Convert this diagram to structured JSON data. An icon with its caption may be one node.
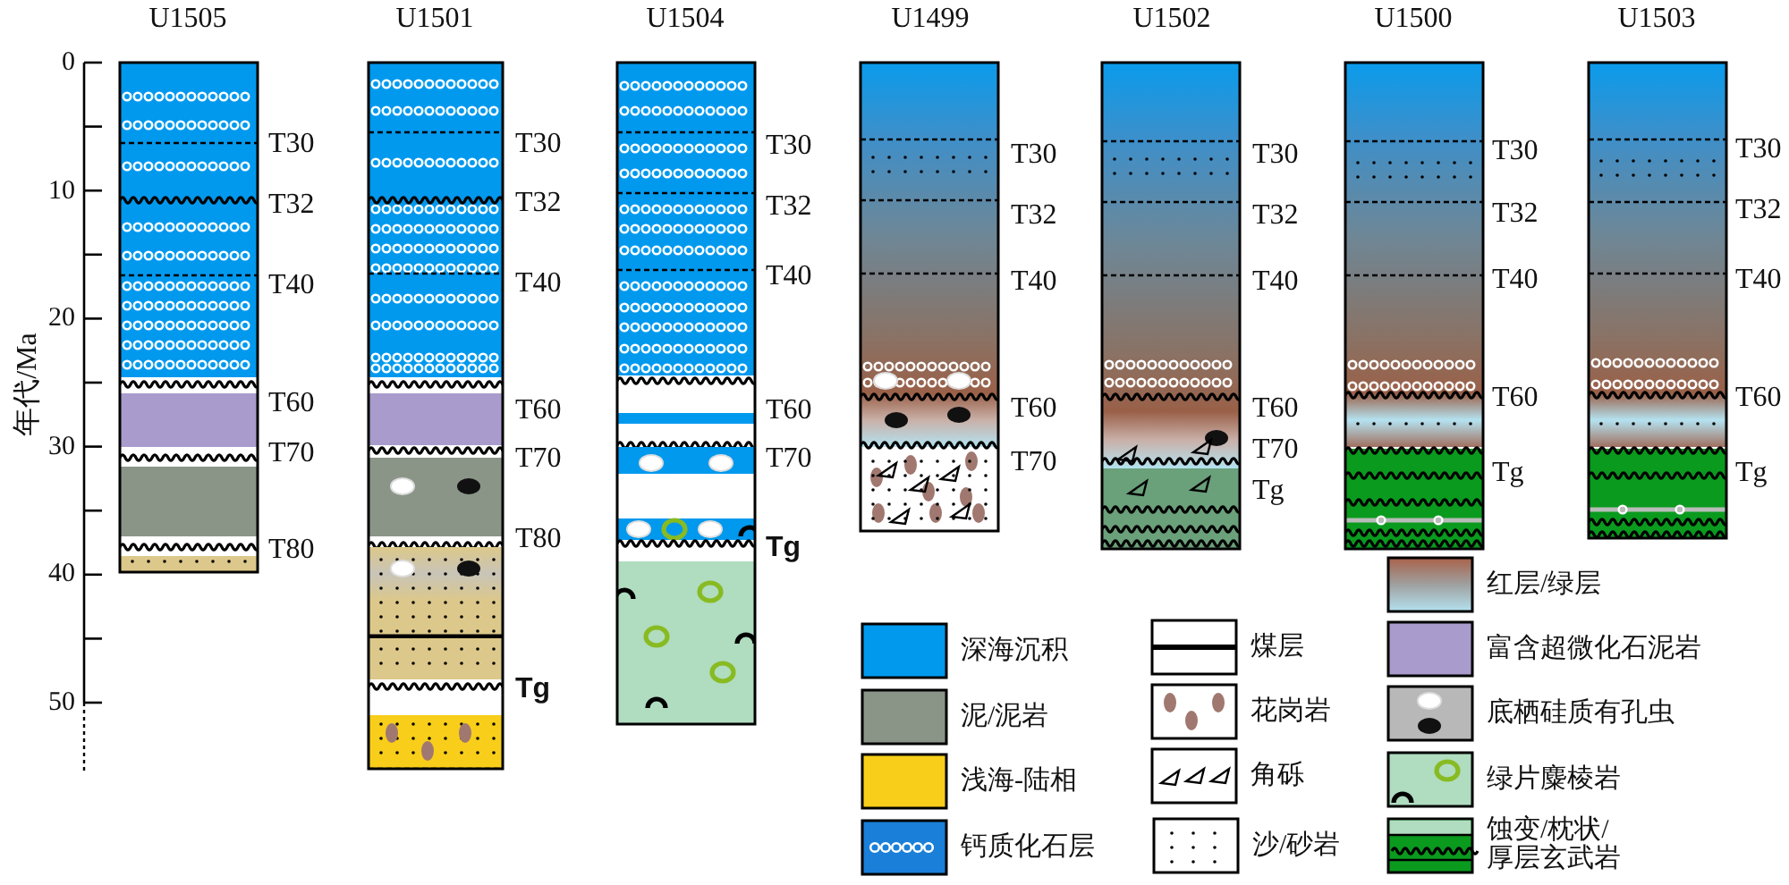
{
  "diagram": {
    "labels": [
      "U1505",
      "U1501",
      "U1504",
      "U1499",
      "U1502",
      "U1500",
      "U1503",
      "0",
      "10",
      "20",
      "30",
      "40",
      "50",
      "年代/Ma",
      "T30",
      "T32",
      "T40",
      "T60",
      "T70",
      "T80",
      "T30",
      "T32",
      "T40",
      "T60",
      "T70",
      "T80",
      "Tg",
      "T30",
      "T32",
      "T40",
      "T60",
      "T70",
      "Tg",
      "T30",
      "T32",
      "T40",
      "T60",
      "T70",
      "T30",
      "T32",
      "T40",
      "T60",
      "T70",
      "Tg",
      "T30",
      "T32",
      "T40",
      "T60",
      "Tg",
      "T30",
      "T32",
      "T40",
      "T60",
      "Tg"
    ],
    "legend": [
      {
        "text": "深海沉积",
        "color": "#0099ee"
      },
      {
        "text": "泥/泥岩",
        "color": "#8a9588"
      },
      {
        "text": "浅海-陆相",
        "color": "#f8ce1a"
      },
      {
        "text": "钙质化石层"
      },
      {
        "text": "煤层"
      },
      {
        "text": "花岗岩"
      },
      {
        "text": "角砾"
      },
      {
        "text": "沙/砂岩"
      },
      {
        "text": "红层/绿层"
      },
      {
        "text": "富含超微化石泥岩",
        "color": "#a99ccc"
      },
      {
        "text": "底栖硅质有孔虫"
      },
      {
        "text": "绿片麋棱岩"
      },
      {
        "text": "蚀变/枕状/厚层玄武岩"
      }
    ]
  }
}
